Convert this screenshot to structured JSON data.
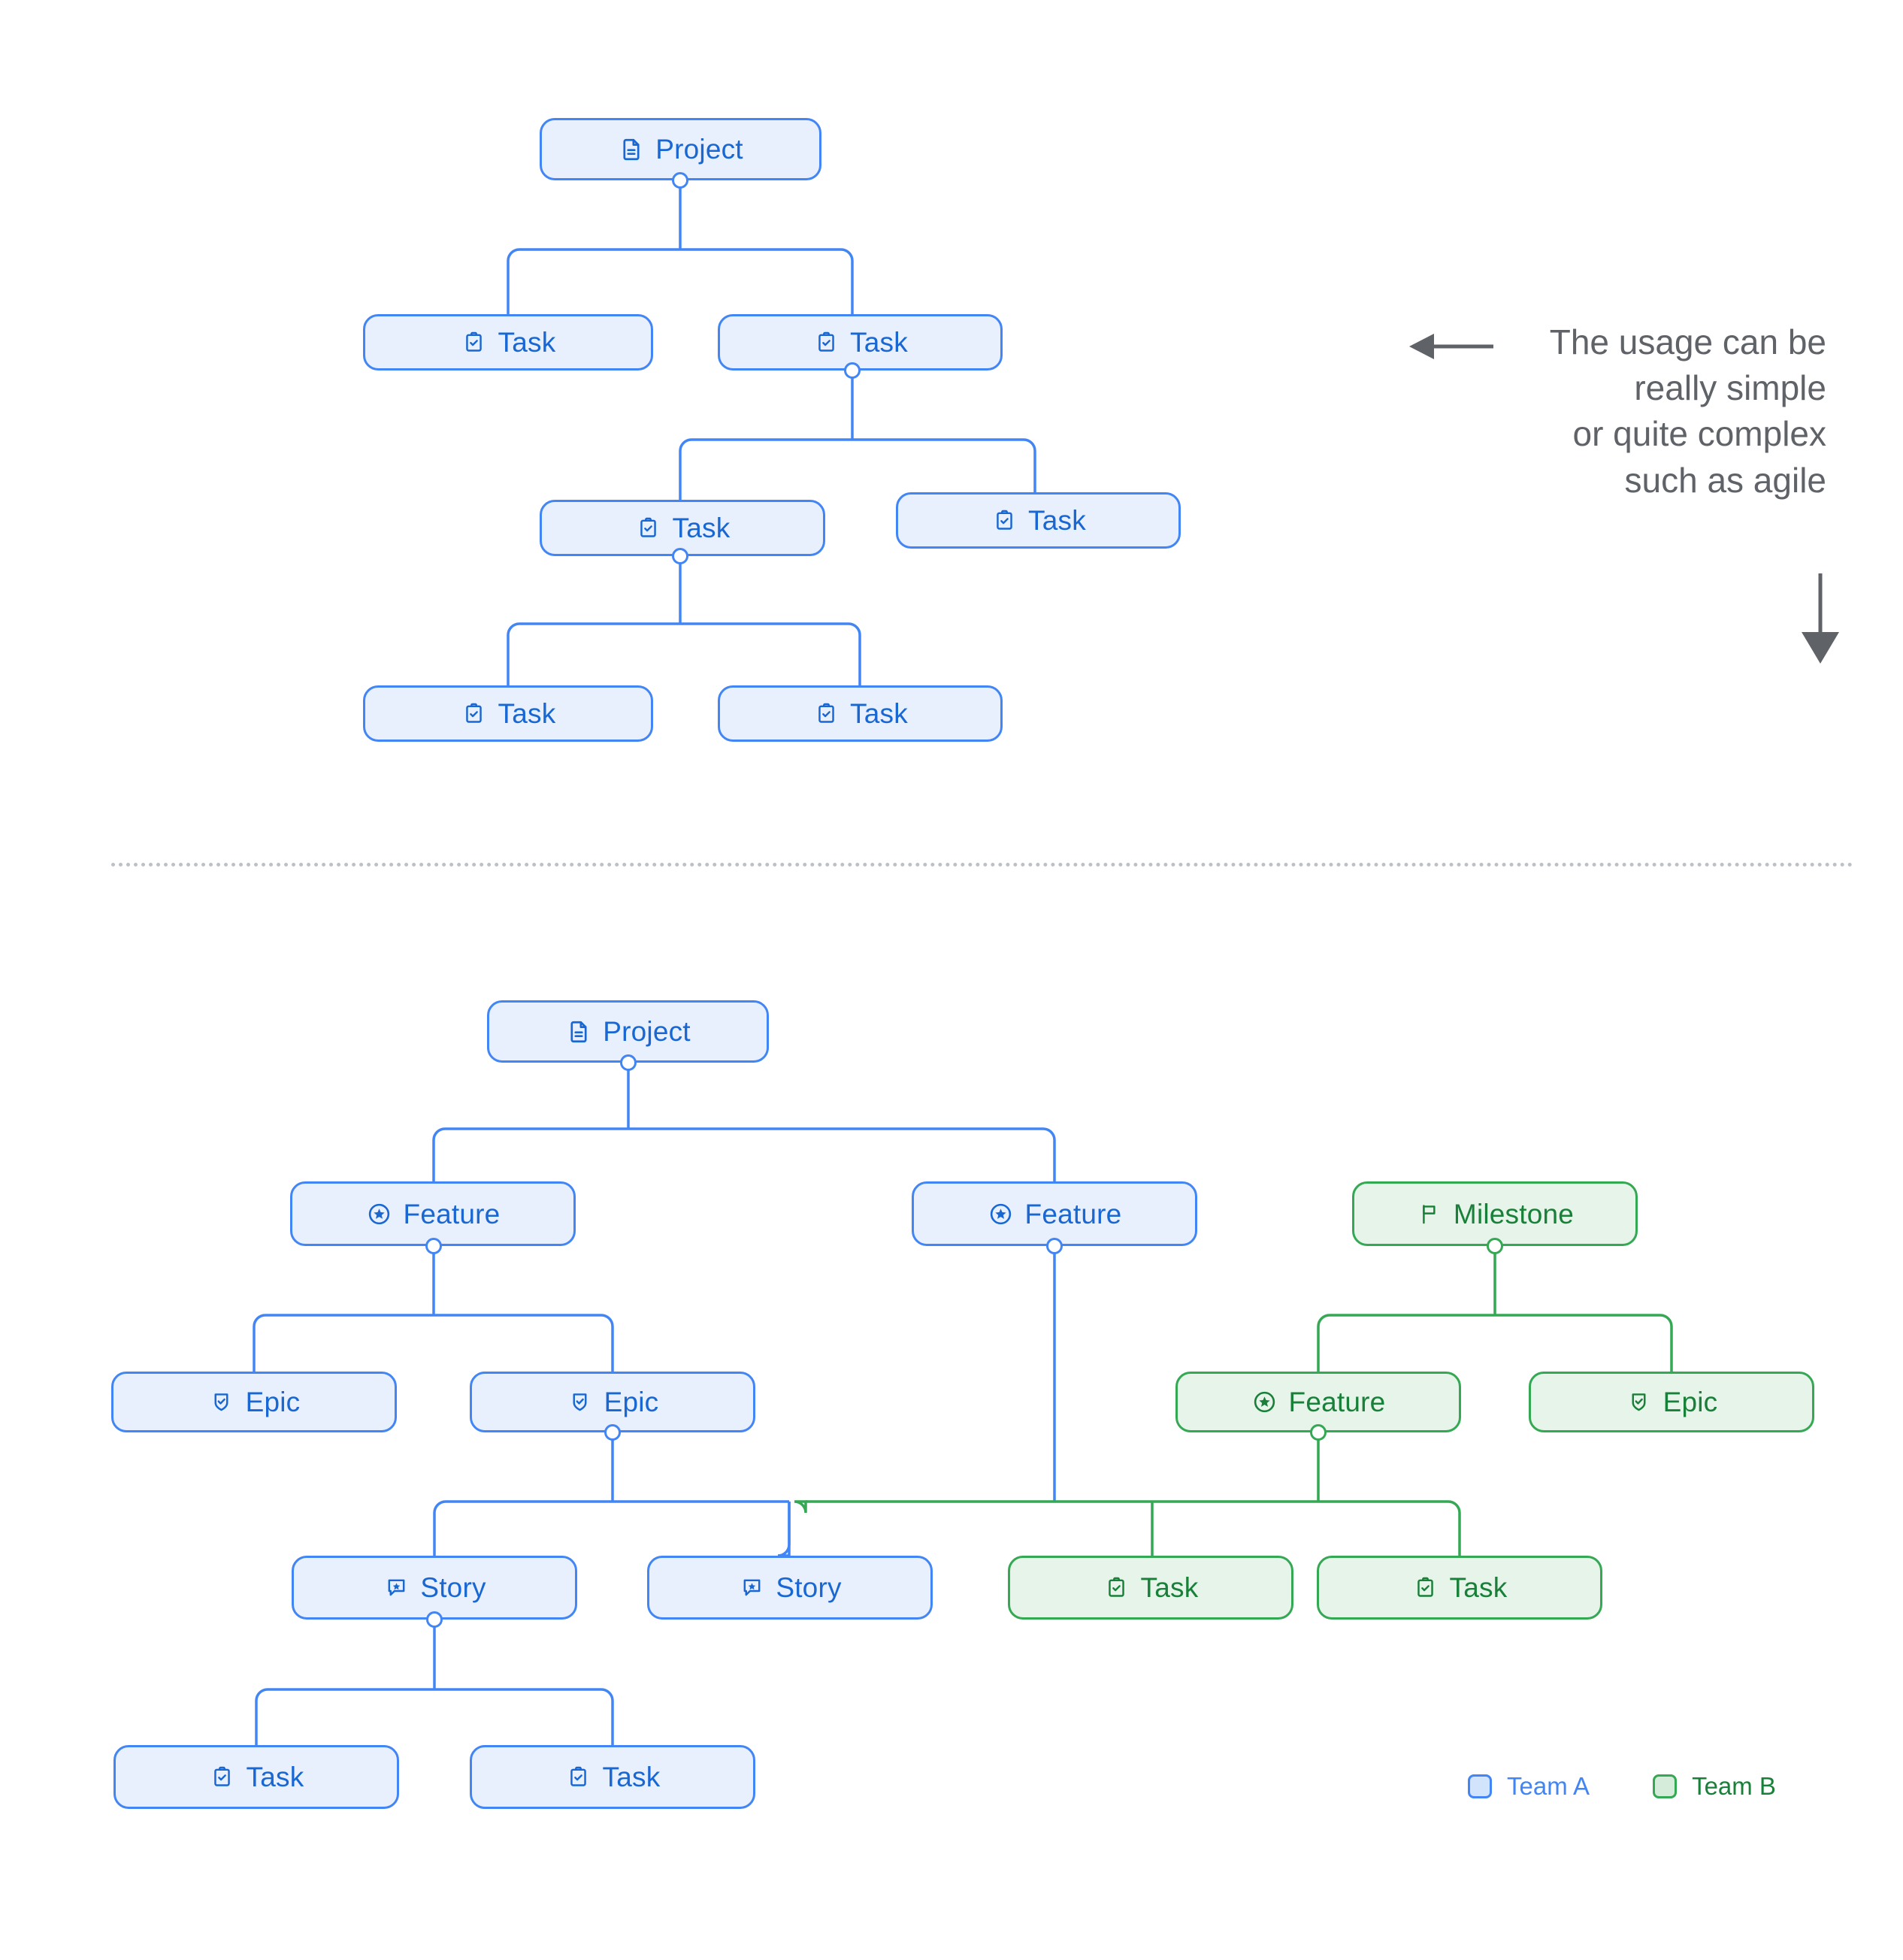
{
  "theme": {
    "blue_fill": "#e8f0fe",
    "blue_stroke": "#4285f4",
    "blue_text": "#1967d2",
    "green_fill": "#e6f4ea",
    "green_stroke": "#34a853",
    "green_text": "#188038",
    "annotation_color": "#5f6368",
    "divider_color": "#bdc1c6",
    "background": "#ffffff"
  },
  "annotation": {
    "text": "The usage can be\nreally simple\nor quite complex\nsuch as agile",
    "left_arrow_icon": "arrow-left-icon",
    "down_arrow_icon": "arrow-down-icon"
  },
  "legend": {
    "items": [
      {
        "label": "Team A",
        "color": "#4285f4",
        "swatch": "#d2e3fc"
      },
      {
        "label": "Team B",
        "color": "#188038",
        "swatch": "#d6ecdb"
      }
    ]
  },
  "diagram_top": {
    "name": "simple-task-tree",
    "nodes": [
      {
        "id": "t-project",
        "label": "Project",
        "icon": "document-icon",
        "team": "blue"
      },
      {
        "id": "t-task-1",
        "label": "Task",
        "icon": "clipboard-check-icon",
        "team": "blue"
      },
      {
        "id": "t-task-2",
        "label": "Task",
        "icon": "clipboard-check-icon",
        "team": "blue"
      },
      {
        "id": "t-task-3",
        "label": "Task",
        "icon": "clipboard-check-icon",
        "team": "blue"
      },
      {
        "id": "t-task-4",
        "label": "Task",
        "icon": "clipboard-check-icon",
        "team": "blue"
      },
      {
        "id": "t-task-5",
        "label": "Task",
        "icon": "clipboard-check-icon",
        "team": "blue"
      },
      {
        "id": "t-task-6",
        "label": "Task",
        "icon": "clipboard-check-icon",
        "team": "blue"
      }
    ],
    "edges": [
      {
        "from": "t-project",
        "to": "t-task-1"
      },
      {
        "from": "t-project",
        "to": "t-task-2"
      },
      {
        "from": "t-task-2",
        "to": "t-task-3"
      },
      {
        "from": "t-task-2",
        "to": "t-task-4"
      },
      {
        "from": "t-task-3",
        "to": "t-task-5"
      },
      {
        "from": "t-task-3",
        "to": "t-task-6"
      }
    ]
  },
  "diagram_bottom": {
    "name": "agile-hierarchy-tree",
    "nodes": [
      {
        "id": "b-project",
        "label": "Project",
        "icon": "document-icon",
        "team": "blue"
      },
      {
        "id": "b-feature-1",
        "label": "Feature",
        "icon": "star-circle-icon",
        "team": "blue"
      },
      {
        "id": "b-feature-2",
        "label": "Feature",
        "icon": "star-circle-icon",
        "team": "blue"
      },
      {
        "id": "b-milestone",
        "label": "Milestone",
        "icon": "flag-icon",
        "team": "green"
      },
      {
        "id": "b-epic-1",
        "label": "Epic",
        "icon": "shield-check-icon",
        "team": "blue"
      },
      {
        "id": "b-epic-2",
        "label": "Epic",
        "icon": "shield-check-icon",
        "team": "blue"
      },
      {
        "id": "b-feature-3",
        "label": "Feature",
        "icon": "star-circle-icon",
        "team": "green"
      },
      {
        "id": "b-epic-3",
        "label": "Epic",
        "icon": "shield-check-icon",
        "team": "green"
      },
      {
        "id": "b-story-1",
        "label": "Story",
        "icon": "comment-star-icon",
        "team": "blue"
      },
      {
        "id": "b-story-2",
        "label": "Story",
        "icon": "comment-star-icon",
        "team": "blue"
      },
      {
        "id": "b-task-g1",
        "label": "Task",
        "icon": "clipboard-check-icon",
        "team": "green"
      },
      {
        "id": "b-task-g2",
        "label": "Task",
        "icon": "clipboard-check-icon",
        "team": "green"
      },
      {
        "id": "b-task-b1",
        "label": "Task",
        "icon": "clipboard-check-icon",
        "team": "blue"
      },
      {
        "id": "b-task-b2",
        "label": "Task",
        "icon": "clipboard-check-icon",
        "team": "blue"
      }
    ],
    "edges": [
      {
        "from": "b-project",
        "to": "b-feature-1"
      },
      {
        "from": "b-project",
        "to": "b-feature-2"
      },
      {
        "from": "b-feature-1",
        "to": "b-epic-1"
      },
      {
        "from": "b-feature-1",
        "to": "b-epic-2"
      },
      {
        "from": "b-milestone",
        "to": "b-feature-3"
      },
      {
        "from": "b-milestone",
        "to": "b-epic-3"
      },
      {
        "from": "b-epic-2",
        "to": "b-story-1"
      },
      {
        "from": "b-epic-2",
        "to": "b-story-2"
      },
      {
        "from": "b-feature-2",
        "to": "b-task-g1"
      },
      {
        "from": "b-feature-3",
        "to": "b-task-g1"
      },
      {
        "from": "b-feature-3",
        "to": "b-task-g2"
      },
      {
        "from": "b-story-1",
        "to": "b-task-b1"
      },
      {
        "from": "b-story-1",
        "to": "b-task-b2"
      }
    ]
  }
}
